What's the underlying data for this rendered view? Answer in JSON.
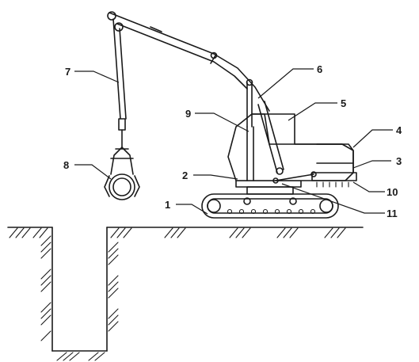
{
  "callouts": [
    {
      "id": "1",
      "text": "1"
    },
    {
      "id": "2",
      "text": "2"
    },
    {
      "id": "3",
      "text": "3"
    },
    {
      "id": "4",
      "text": "4"
    },
    {
      "id": "5",
      "text": "5"
    },
    {
      "id": "6",
      "text": "6"
    },
    {
      "id": "7",
      "text": "7"
    },
    {
      "id": "8",
      "text": "8"
    },
    {
      "id": "9",
      "text": "9"
    },
    {
      "id": "10",
      "text": "10"
    },
    {
      "id": "11",
      "text": "11"
    }
  ],
  "colors": {
    "line": "#1a1a1a",
    "background": "#ffffff"
  }
}
